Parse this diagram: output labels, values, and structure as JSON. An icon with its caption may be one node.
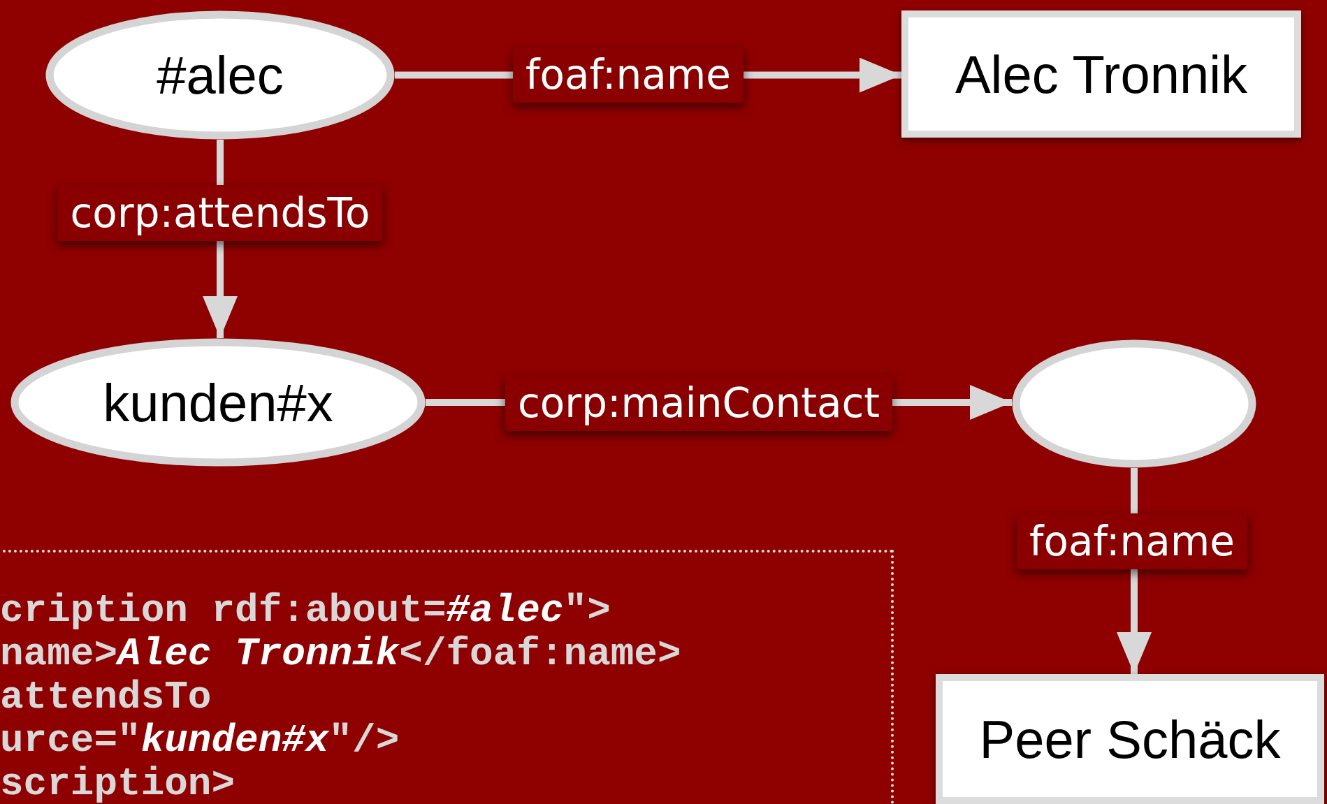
{
  "diagram": {
    "nodes": [
      {
        "text": [
          "#alec"
        ]
      },
      {
        "text": [
          "Alec Tronnik"
        ]
      },
      {
        "text": [
          "kunden#x"
        ]
      },
      {
        "text": [],
        "shape": "ellipse"
      },
      {
        "text": [
          "Peer Schäck"
        ]
      },
      {
        "text": [
          "cription rdf:about=*#alec*\">",
          "name>*Alec Tronnik*</foaf:name>",
          "attendsTo",
          "urce=\"*kunden#x*\"/>",
          "scription>"
        ]
      }
    ],
    "edges": [
      {
        "from": 0,
        "to": 1,
        "arrow": "to",
        "label": "foaf:name"
      },
      {
        "from": 0,
        "to": 2,
        "arrow": "to",
        "label": "corp:attendsTo"
      },
      {
        "from": 2,
        "to": 3,
        "arrow": "to",
        "label": "corp:mainContact"
      },
      {
        "from": 3,
        "to": 4,
        "arrow": "to",
        "label": "foaf:name"
      }
    ]
  }
}
